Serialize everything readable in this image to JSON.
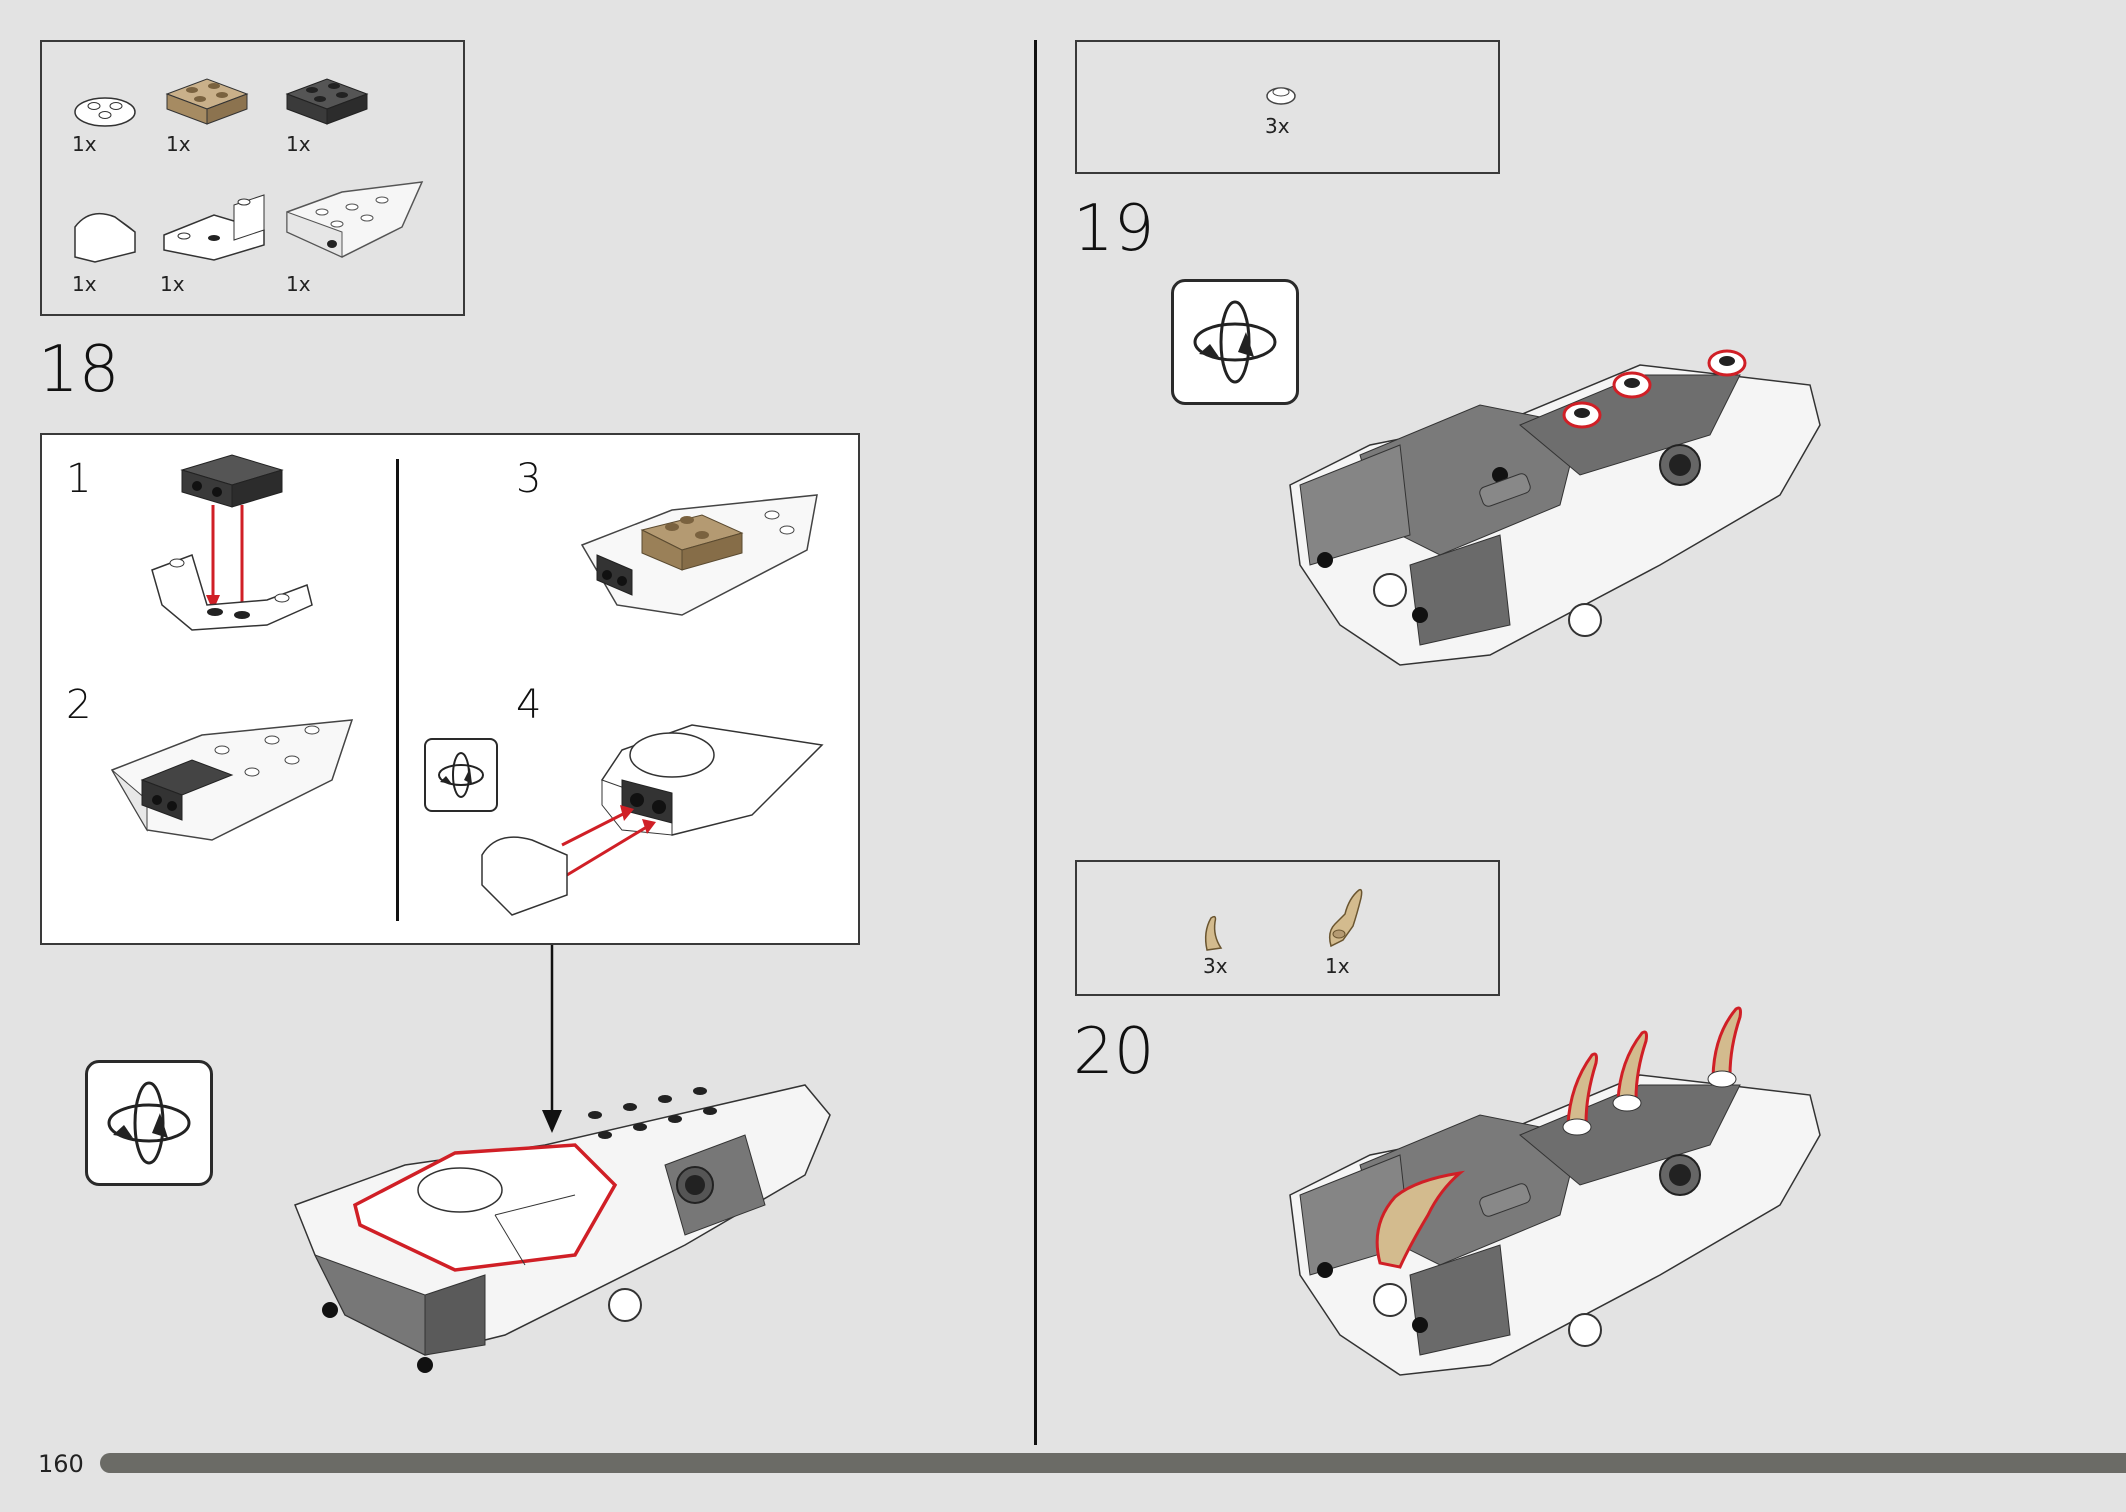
{
  "page": {
    "number": "160"
  },
  "left": {
    "parts_box": {
      "row1": [
        {
          "qty": "1x",
          "icon": "white-round-plate-icon"
        },
        {
          "qty": "1x",
          "icon": "tan-plate-2x2-icon"
        },
        {
          "qty": "1x",
          "icon": "dark-gray-plate-2x2-icon"
        }
      ],
      "row2": [
        {
          "qty": "1x",
          "icon": "white-curved-slope-icon"
        },
        {
          "qty": "1x",
          "icon": "white-inverted-bracket-icon"
        },
        {
          "qty": "1x",
          "icon": "white-wedge-plate-icon"
        }
      ]
    },
    "step": "18",
    "substeps": [
      "1",
      "2",
      "3",
      "4"
    ]
  },
  "right": {
    "parts_box_19": {
      "items": [
        {
          "qty": "3x",
          "icon": "white-round-tile-icon"
        }
      ]
    },
    "step19": "19",
    "parts_box_20": {
      "items": [
        {
          "qty": "3x",
          "icon": "tan-claw-icon"
        },
        {
          "qty": "1x",
          "icon": "tan-horn-icon"
        }
      ]
    },
    "step20": "20"
  },
  "colors": {
    "background": "#e3e3e3",
    "callout_highlight": "#d01f26",
    "progress_bar": "#6b6b66",
    "tan": "#b49a72"
  }
}
